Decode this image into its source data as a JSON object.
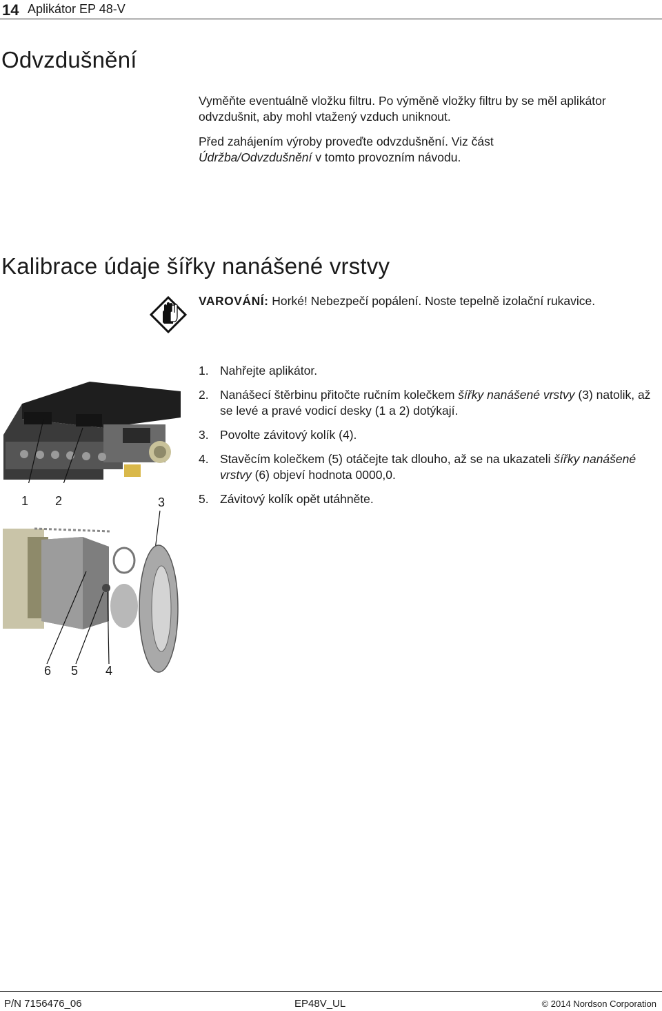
{
  "header": {
    "page_number": "14",
    "title": "Aplikátor EP 48-V"
  },
  "section1": {
    "heading": "Odvzdušnění",
    "p1": "Vyměňte eventuálně vložku filtru. Po výměně vložky filtru by se měl aplikátor odvzdušnit, aby mohl vtažený vzduch uniknout.",
    "p2_pre": "Před zahájením výroby proveďte odvzdušnění. Viz část ",
    "p2_em": "Údržba/Odvzdušnění",
    "p2_post": " v tomto provozním návodu."
  },
  "section2": {
    "heading": "Kalibrace údaje šířky nanášené vrstvy",
    "warning_label": "VAROVÁNÍ:",
    "warning_text": " Horké! Nebezpečí popálení. Noste tepelně izolační rukavice.",
    "warning_icon": "heat-gloves-icon",
    "steps": [
      {
        "num": "1.",
        "text": "Nahřejte aplikátor."
      },
      {
        "num": "2.",
        "pre": "Nanášecí štěrbinu přitočte ručním kolečkem ",
        "em": "šířky nanášené vrstvy",
        "post": " (3) natolik, až se levé a pravé vodicí desky (1 a 2) dotýkají."
      },
      {
        "num": "3.",
        "text": "Povolte závitový kolík (4)."
      },
      {
        "num": "4.",
        "pre": "Stavěcím kolečkem (5) otáčejte tak dlouho, až se na ukazateli ",
        "em": "šířky nanášené vrstvy",
        "post": " (6) objeví hodnota 0000,0."
      },
      {
        "num": "5.",
        "text": "Závitový kolík opět utáhněte."
      }
    ]
  },
  "figure1": {
    "callouts": [
      "1",
      "2",
      "3"
    ]
  },
  "figure2": {
    "callouts": [
      "6",
      "5",
      "4"
    ]
  },
  "footer": {
    "part_number": "P/N 7156476_06",
    "doc_code": "EP48V_UL",
    "copyright": "© 2014 Nordson Corporation"
  }
}
